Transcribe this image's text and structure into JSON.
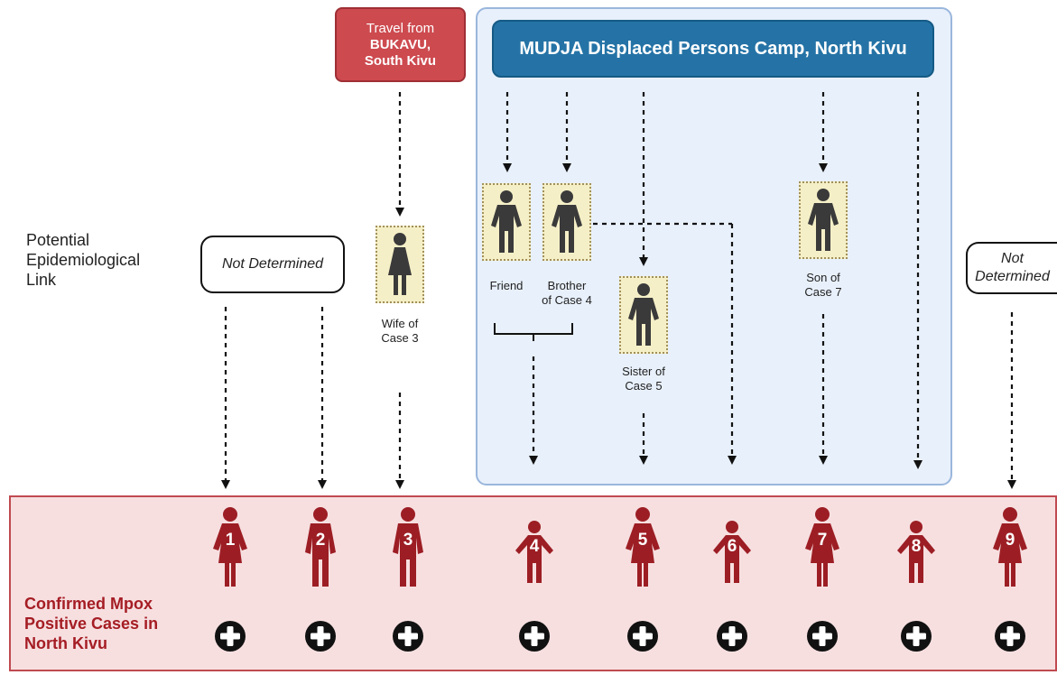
{
  "travel_box": {
    "line1": "Travel from",
    "line2": "BUKAVU,",
    "line3": "South Kivu"
  },
  "camp": {
    "title": "MUDJA Displaced Persons Camp, North Kivu"
  },
  "labels": {
    "potential_link": [
      "Potential",
      "Epidemiological",
      "Link"
    ],
    "confirmed": [
      "Confirmed Mpox",
      "Positive Cases in",
      "North Kivu"
    ]
  },
  "not_determined": {
    "left": "Not Determined",
    "right_line1": "Not",
    "right_line2": "Determined"
  },
  "links": {
    "wife": [
      "Wife of",
      "Case 3"
    ],
    "friend": "Friend",
    "brother": [
      "Brother",
      "of Case 4"
    ],
    "sister": [
      "Sister of",
      "Case 5"
    ],
    "son": [
      "Son of",
      "Case 7"
    ]
  },
  "cases": [
    "1",
    "2",
    "3",
    "4",
    "5",
    "6",
    "7",
    "8",
    "9"
  ],
  "colors": {
    "case_red": "#9c1e24",
    "camp_blue": "#2573a6",
    "travel_red": "#cd4a4f",
    "band_pink": "#f7dfe0"
  }
}
